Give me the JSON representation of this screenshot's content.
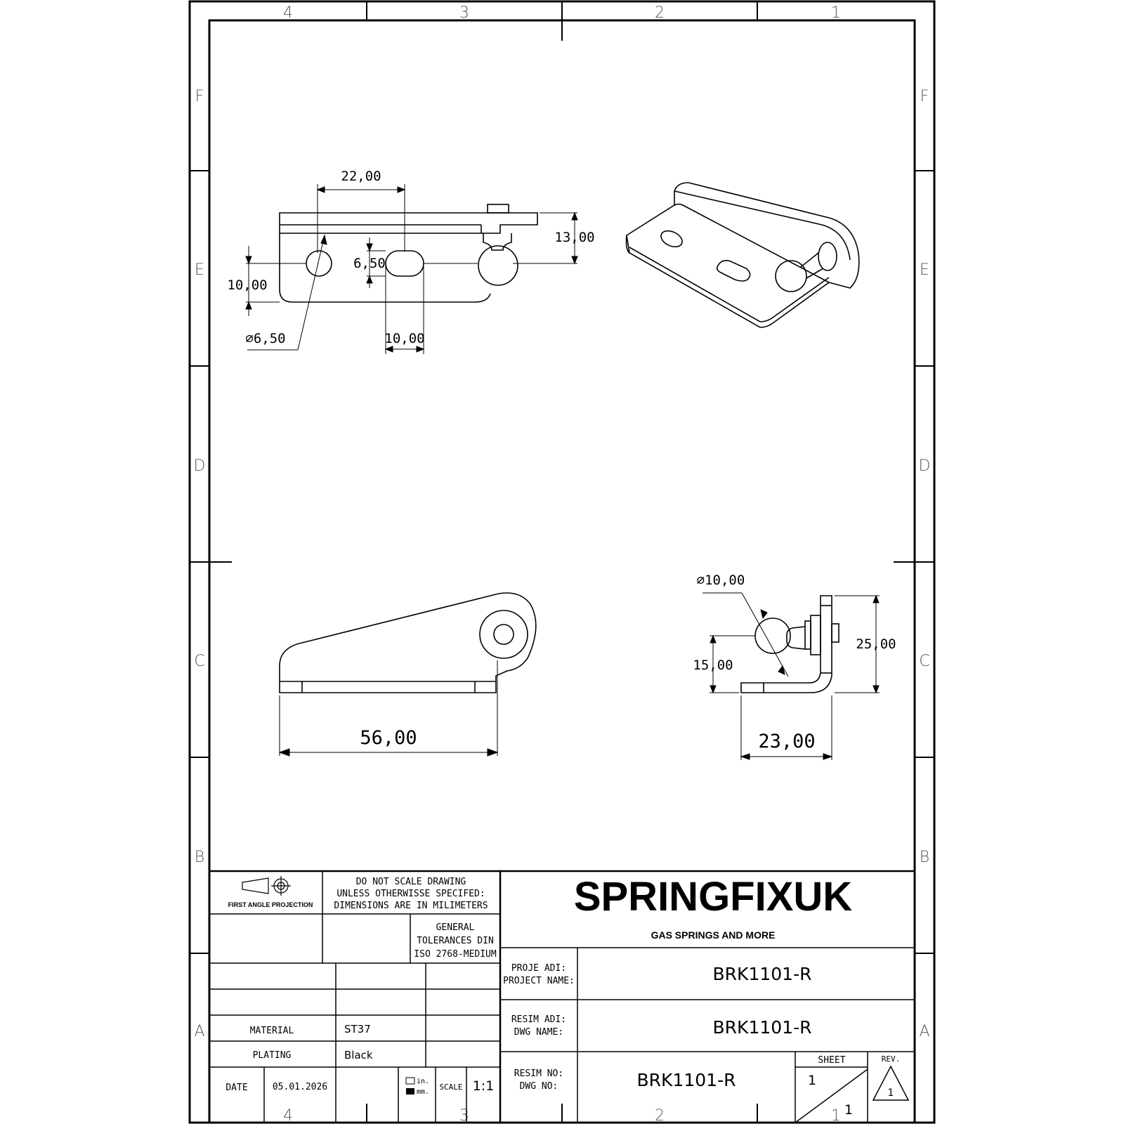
{
  "zones": {
    "columns": [
      "4",
      "3",
      "2",
      "1"
    ],
    "rows": [
      "F",
      "E",
      "D",
      "C",
      "B",
      "A"
    ]
  },
  "dimensions": {
    "top_view": {
      "pitch": "22,00",
      "height": "13,00",
      "slot_height": "6,50",
      "edge_offset": "10,00",
      "hole_diameter": "⌀6,50",
      "slot_length": "10,00"
    },
    "front_view": {
      "length": "56,00"
    },
    "side_view": {
      "ball_diameter": "⌀10,00",
      "ball_height": "15,00",
      "total_height": "25,00",
      "depth": "23,00"
    }
  },
  "title_block": {
    "projection": "FIRST ANGLE PROJECTION",
    "notice": [
      "DO NOT SCALE DRAWING",
      "UNLESS OTHERWISSE SPECIFED:",
      "DIMENSIONS ARE IN MILIMETERS"
    ],
    "tolerance": [
      "GENERAL",
      "TOLERANCES DIN",
      "ISO 2768-MEDIUM"
    ],
    "company": "SPRINGFIXUK",
    "tagline": "GAS SPRINGS AND MORE",
    "project_label": [
      "PROJE ADI:",
      "PROJECT NAME:"
    ],
    "project_value": "BRK1101-R",
    "dwg_name_label": [
      "RESIM ADI:",
      "DWG NAME:"
    ],
    "dwg_name_value": "BRK1101-R",
    "dwg_no_label": [
      "RESIM NO:",
      "DWG NO:"
    ],
    "dwg_no_value": "BRK1101-R",
    "material_label": "MATERIAL",
    "material_value": "ST37",
    "plating_label": "PLATING",
    "plating_value": "Black",
    "date_label": "DATE",
    "date_value": "05.01.2026",
    "unit_in": "in.",
    "unit_mm": "mm.",
    "scale_label": "SCALE",
    "scale_value": "1:1",
    "sheet_label": "SHEET",
    "sheet_number": "1",
    "sheet_total": "1",
    "rev_label": "REV.",
    "rev_value": "1"
  }
}
